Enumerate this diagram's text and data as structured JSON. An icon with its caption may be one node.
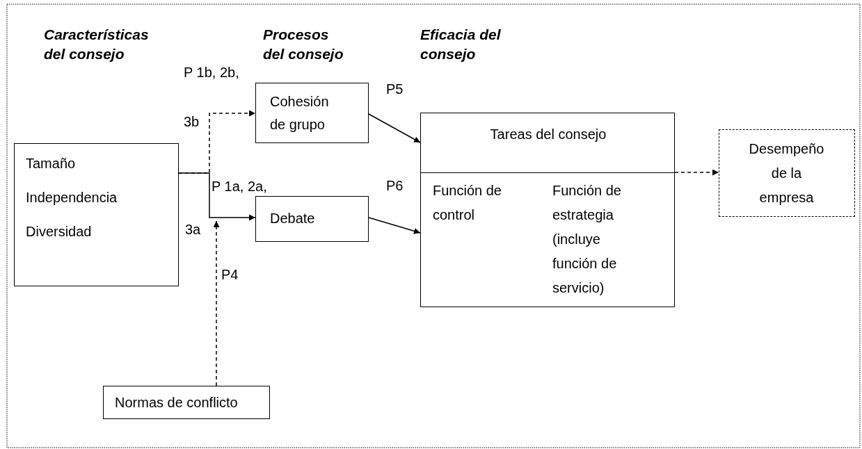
{
  "diagram": {
    "nodes": [
      {
        "text": [
          "Tamaño",
          "Independencia",
          "Diversidad"
        ]
      },
      {
        "text": [
          "Cohesión de grupo"
        ]
      },
      {
        "text": [
          "Debate"
        ]
      },
      {
        "text": [
          "Tareas del consejo"
        ]
      },
      {
        "text": [
          "Función de control"
        ],
        "in": 3
      },
      {
        "text": [
          "Función de estrategia (incluye función de servicio)"
        ],
        "in": 3
      },
      {
        "text": [
          "Desempeño de la empresa"
        ]
      },
      {
        "text": [
          "Normas de conflicto"
        ]
      }
    ],
    "edges": [
      {
        "from": 0,
        "to": 1,
        "arrow": "to",
        "style": "dashed"
      },
      {
        "from": 0,
        "to": 2,
        "arrow": "to"
      },
      {
        "from": 7,
        "to": null,
        "arrow": "to",
        "style": "dashed",
        "label": "P4"
      },
      {
        "from": 1,
        "to": 3,
        "arrow": "to",
        "label": "P5"
      },
      {
        "from": 2,
        "to": 3,
        "arrow": "to",
        "label": "P6"
      },
      {
        "from": 3,
        "to": 6,
        "arrow": "to",
        "style": "dashed"
      }
    ],
    "labels": [
      "Características del consejo",
      "Procesos del consejo",
      "Eficacia del consejo",
      "P 1b, 2b,",
      "3b",
      "P 1a, 2a,",
      "3a"
    ]
  }
}
